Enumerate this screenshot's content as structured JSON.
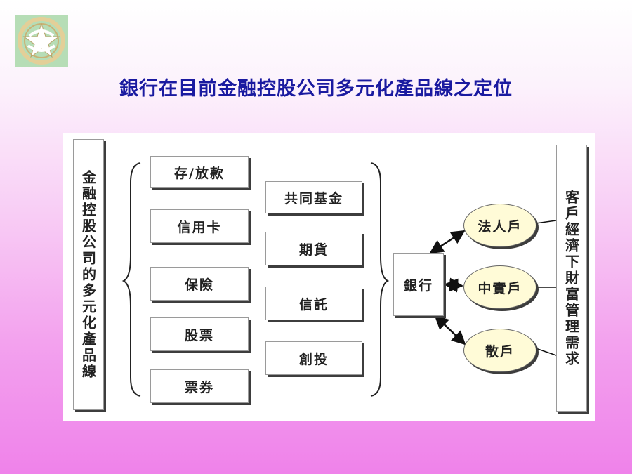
{
  "title": "銀行在目前金融控股公司多元化產品線之定位",
  "logo": {
    "icon": "emblem-logo-icon",
    "colors": {
      "background": "#b6ddb6",
      "ring": "#d9c38a",
      "star": "#ffffff"
    }
  },
  "diagram": {
    "left_label": "金融控股公司的多元化產品線",
    "products_left": [
      "存/放款",
      "信用卡",
      "保險",
      "股票",
      "票券"
    ],
    "products_right": [
      "共同基金",
      "期貨",
      "信託",
      "創投"
    ],
    "bank": "銀行",
    "customers": [
      "法人戶",
      "中實戶",
      "散戶"
    ],
    "right_label": "客戶經濟下財富管理需求"
  },
  "colors": {
    "title": "#1a1aa0",
    "ellipse_fill": "#fffbd7"
  }
}
